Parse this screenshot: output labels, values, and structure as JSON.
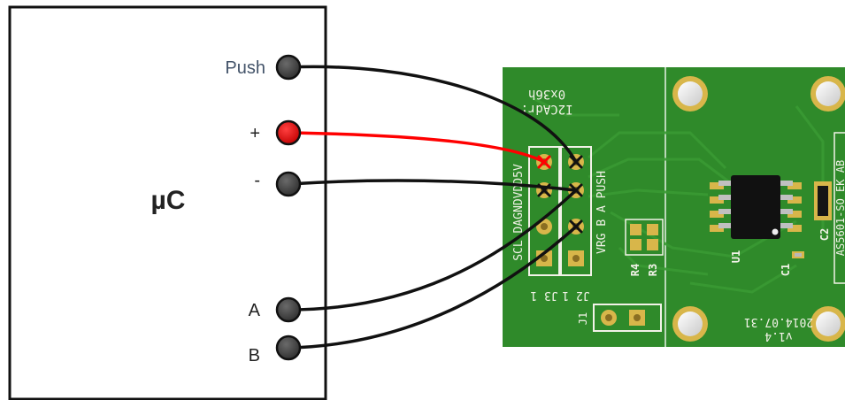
{
  "microcontroller": {
    "label": "µC",
    "pins": [
      {
        "key": "push",
        "label": "Push"
      },
      {
        "key": "plus",
        "label": "+"
      },
      {
        "key": "minus",
        "label": "-"
      },
      {
        "key": "a",
        "label": "A"
      },
      {
        "key": "b",
        "label": "B"
      }
    ]
  },
  "pcb": {
    "i2c_label": "I2CAdr:",
    "i2c_address": "0x36h",
    "header_j2_labels": [
      "PUSH",
      "A",
      "B",
      "VRG"
    ],
    "header_j3_labels": [
      "VDD5V",
      "GND",
      "DA",
      "SCL"
    ],
    "j2_name": "J2 1",
    "j3_name": "J3 1",
    "j1_name": "J1",
    "r4_name": "R4",
    "r3_name": "R3",
    "u1_name": "U1",
    "c1_name": "C1",
    "c2_name": "C2",
    "part_name": "AS5601-SO_EK_AB",
    "version": "v1.4",
    "date": "2014.07.31"
  },
  "colors": {
    "pcb_green": "#2f8a2a",
    "wire_black": "#111111",
    "wire_red": "#ff0000",
    "pin_grey": "#4a4a4a",
    "pad_gold": "#d8b64a"
  }
}
